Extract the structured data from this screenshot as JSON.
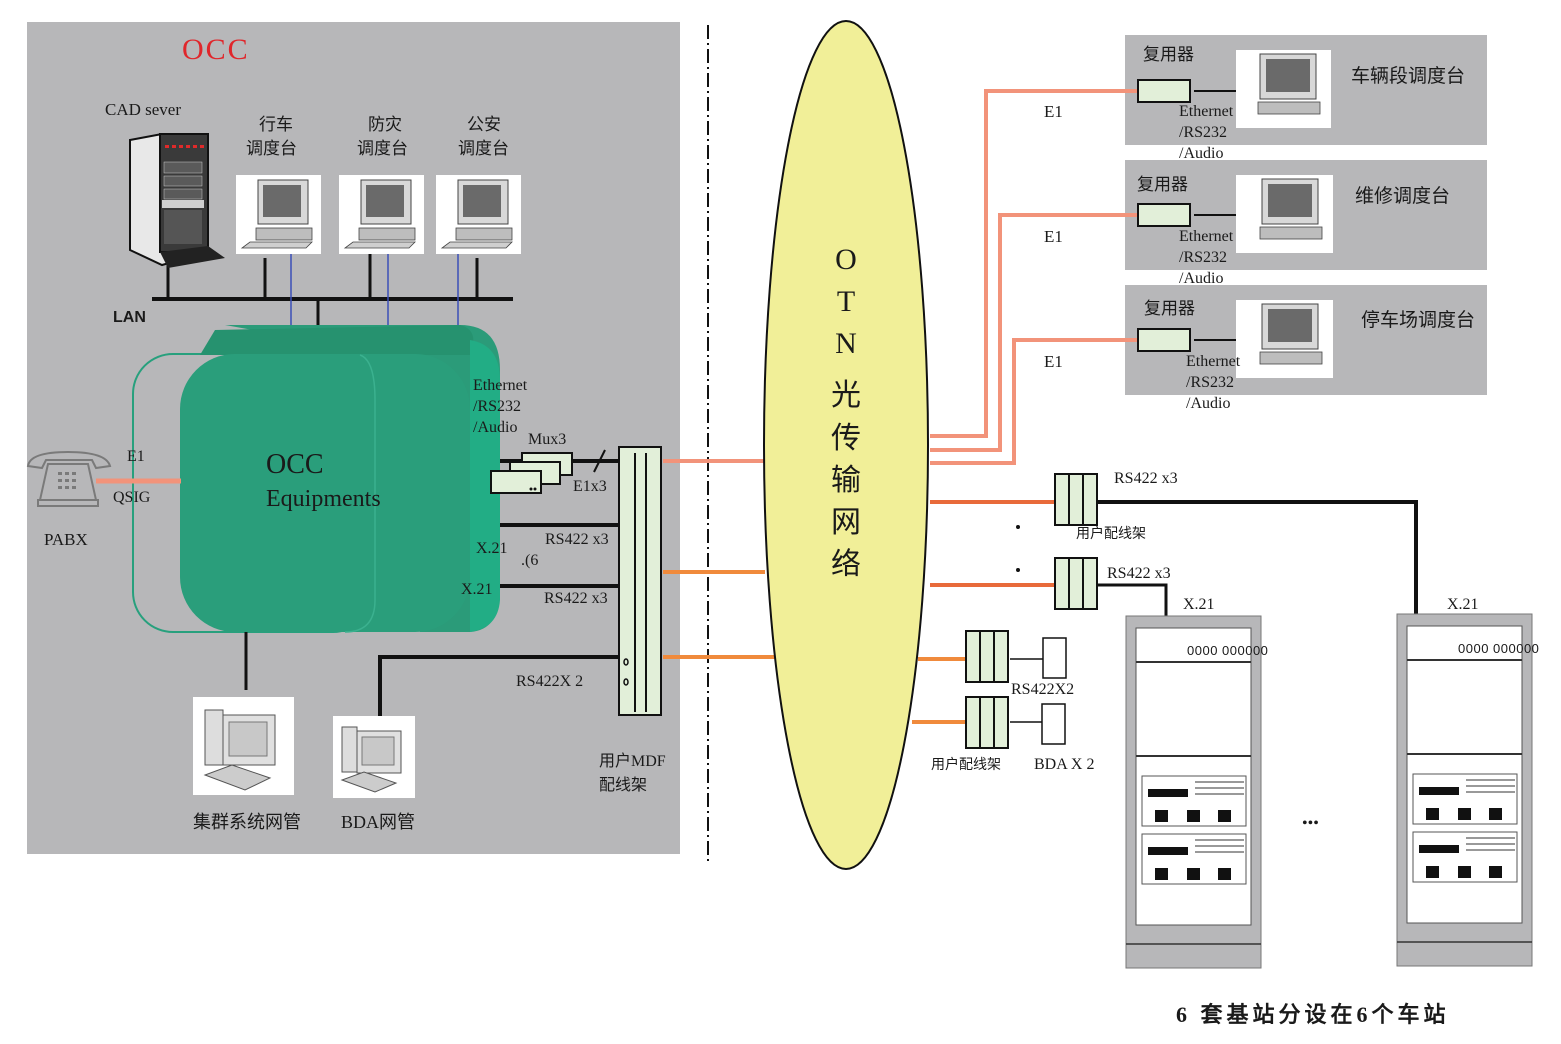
{
  "colors": {
    "occ_panel": "#b7b7b9",
    "occ_title": "#e0262b",
    "occ_equipment": "#27a07d",
    "otn_fill": "#f1ef98",
    "e1_link": "#f2937a",
    "trunk_link": "#f08a3c",
    "rs422_link": "#e86a3a",
    "frame_fill": "#e2efd9"
  },
  "occ": {
    "title": "OCC",
    "cad_server_label": "CAD sever",
    "lan_label": "LAN",
    "consoles": [
      {
        "line1": "行车",
        "line2": "调度台"
      },
      {
        "line1": "防灾",
        "line2": "调度台"
      },
      {
        "line1": "公安",
        "line2": "调度台"
      }
    ],
    "equipment_label_line1": "OCC",
    "equipment_label_line2": "Equipments",
    "pabx": {
      "label": "PABX",
      "link_top": "E1",
      "link_bottom": "QSIG"
    },
    "interfaces": {
      "ethernet": "Ethernet",
      "rs232": "/RS232",
      "audio": "/Audio",
      "mux": "Mux3",
      "e1x3": "E1x3",
      "x21_a": "X.21",
      "x21_b": "X.21",
      "rs422_a": "RS422 x3",
      "rs422_b": "RS422 x3",
      "dots_note": ".(6",
      "rs422x2": "RS422X 2"
    },
    "mdf_line1": "用户MDF",
    "mdf_line2": "配线架",
    "nms": [
      {
        "label": "集群系统网管"
      },
      {
        "label": "BDA网管"
      }
    ]
  },
  "otn": {
    "chars": [
      "O",
      "T",
      "N",
      "光",
      "传",
      "输",
      "网",
      "络"
    ]
  },
  "remote_consoles": [
    {
      "mux_label": "复用器",
      "link": "E1",
      "iface1": "Ethernet",
      "iface2": "/RS232",
      "iface3": "/Audio",
      "name": "车辆段调度台"
    },
    {
      "mux_label": "复用器",
      "link": "E1",
      "iface1": "Ethernet",
      "iface2": "/RS232",
      "iface3": "/Audio",
      "name": "维修调度台"
    },
    {
      "mux_label": "复用器",
      "link": "E1",
      "iface1": "Ethernet",
      "iface2": "/RS232",
      "iface3": "/Audio",
      "name": "停车场调度台"
    }
  ],
  "stations": {
    "frame_label": "用户配线架",
    "rs422_a": "RS422 x3",
    "rs422_b": "RS422 x3",
    "rs422x2": "RS422X2",
    "frame_label_2": "用户配线架",
    "bda": "BDA X 2",
    "x21_left": "X.21",
    "x21_right": "X.21",
    "rack_labels": [
      "0000 000000",
      "0000 000000"
    ],
    "ellipsis": "•••",
    "caption": "6 套基站分设在6个车站"
  }
}
